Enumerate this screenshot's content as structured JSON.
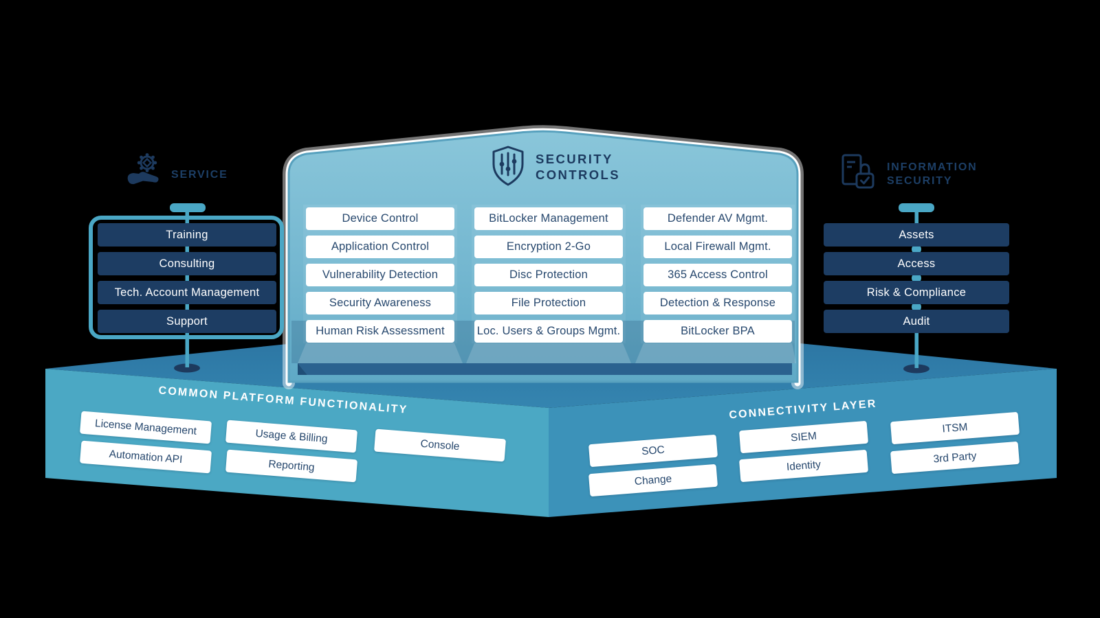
{
  "header": {
    "title_line1": "SECURITY",
    "title_line2": "CONTROLS",
    "icon": "shield-sliders-icon"
  },
  "service": {
    "label": "SERVICE",
    "icon": "hand-gear-icon",
    "items": [
      "Training",
      "Consulting",
      "Tech. Account Management",
      "Support"
    ]
  },
  "information_security": {
    "label_line1": "INFORMATION",
    "label_line2": "SECURITY",
    "icon": "document-lock-icon",
    "items": [
      "Assets",
      "Access",
      "Risk & Compliance",
      "Audit"
    ]
  },
  "controls": {
    "columns": [
      [
        "Device Control",
        "Application Control",
        "Vulnerability Detection",
        "Security Awareness",
        "Human Risk Assessment"
      ],
      [
        "BitLocker Management",
        "Encryption 2-Go",
        "Disc Protection",
        "File Protection",
        "Loc. Users & Groups Mgmt."
      ],
      [
        "Defender AV Mgmt.",
        "Local Firewall Mgmt.",
        "365 Access Control",
        "Detection & Response",
        "BitLocker BPA"
      ]
    ]
  },
  "platform": {
    "common": {
      "title": "COMMON PLATFORM FUNCTIONALITY",
      "boxes": [
        "License Management",
        "Automation API",
        "Usage & Billing",
        "Reporting",
        "Console"
      ]
    },
    "connectivity": {
      "title": "CONNECTIVITY LAYER",
      "boxes": [
        "SOC",
        "Change",
        "SIEM",
        "Identity",
        "ITSM",
        "3rd Party"
      ]
    }
  },
  "colors": {
    "accent_teal": "#4AA7C5",
    "navy_box": "#1D3D63",
    "text_navy": "#26476D",
    "platform_top": "#2E7CA8",
    "platform_left_face": "#4BA8C4",
    "platform_right_face": "#3C92B9",
    "glass_top": "#87C3D8",
    "glass_bottom": "#63ACC8",
    "slot_dark": "#2B628F",
    "background": "#000000",
    "white": "#FFFFFF"
  }
}
